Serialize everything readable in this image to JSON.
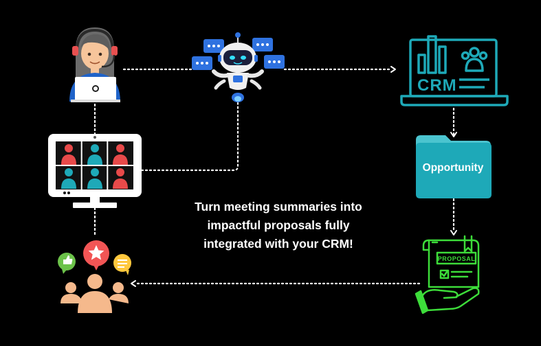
{
  "diagram": {
    "crm_label": "CRM",
    "folder_label": "Opportunity",
    "proposal_label": "PROPOSAL",
    "caption": [
      "Turn meeting summaries into",
      "impactful proposals fully",
      "integrated with your CRM!"
    ]
  },
  "colors": {
    "background": "#000000",
    "teal": "#1ea9b8",
    "neon_green": "#3ddc3a",
    "dots": "#ffffff",
    "skin": "#f5b98c",
    "red_person": "#e84a4a",
    "bubble_blue": "#2f6fe0"
  },
  "icons": {
    "agent": "headset-agent-icon",
    "robot": "ai-robot-icon",
    "crm": "crm-laptop-icon",
    "video": "video-meeting-icon",
    "folder": "opportunity-folder-icon",
    "proposal": "proposal-handout-icon",
    "audience": "feedback-audience-icon"
  }
}
